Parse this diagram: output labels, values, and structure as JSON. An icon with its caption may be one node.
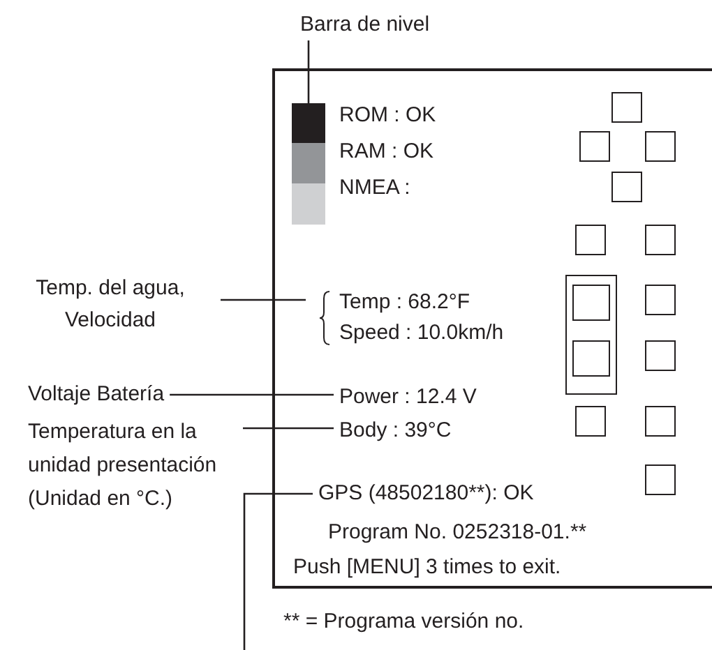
{
  "diagram": {
    "nodes": [
      {
        "text": [],
        "shape": "box"
      },
      {
        "text": [],
        "shape": "bar",
        "in": 0
      },
      {
        "text": [
          "Barra de nivel"
        ]
      },
      {
        "text": [
          "Temp : 68.2°F",
          "Speed : 10.0km/h"
        ],
        "in": 0
      },
      {
        "text": [
          "Temp. del agua, Velocidad"
        ]
      },
      {
        "text": [
          "Voltaje Batería"
        ]
      },
      {
        "text": [
          "Power : 12.4 V"
        ],
        "in": 0
      },
      {
        "text": [
          "Temperatura en la unidad presentación (Unidad en °C.)"
        ]
      },
      {
        "text": [
          "Body : 39°C"
        ],
        "in": 0
      },
      {
        "text": [
          "GPS (48502180**): OK"
        ],
        "in": 0
      }
    ],
    "edges": [
      {
        "from": 2,
        "to": 1,
        "arrow": "none"
      },
      {
        "from": 4,
        "to": 3,
        "arrow": "none"
      },
      {
        "from": 5,
        "to": 6,
        "arrow": "none"
      },
      {
        "from": 7,
        "to": 8,
        "arrow": "none"
      },
      {
        "from": null,
        "to": 9,
        "arrow": "none"
      }
    ],
    "labels": [
      "ROM : OK",
      "RAM : OK",
      "NMEA :",
      "Program No. 0252318-01.**",
      "Push [MENU] 3 times to exit.",
      "** = Programa versión no."
    ]
  }
}
